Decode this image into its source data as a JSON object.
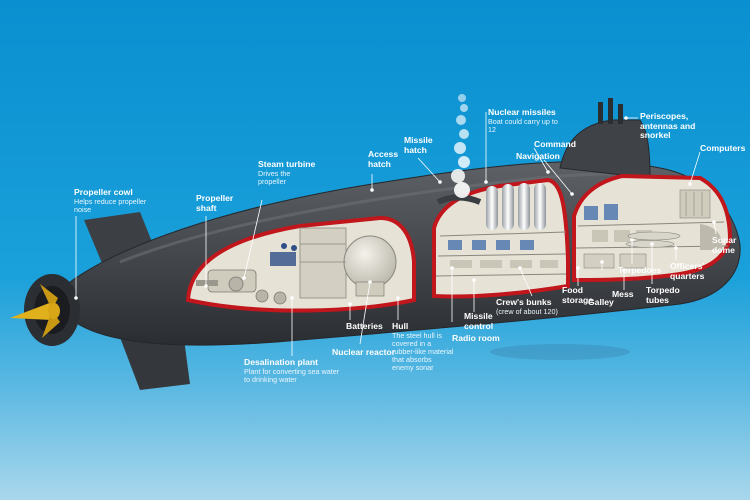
{
  "labels": {
    "propeller_cowl": {
      "title": "Propeller cowl",
      "desc": "Helps reduce propeller noise"
    },
    "propeller_shaft": {
      "title": "Propeller shaft"
    },
    "steam_turbine": {
      "title": "Steam turbine",
      "desc": "Drives the propeller"
    },
    "access_hatch": {
      "title": "Access hatch"
    },
    "missile_hatch": {
      "title": "Missile hatch"
    },
    "nuclear_missiles": {
      "title": "Nuclear missiles",
      "desc": "Boat could carry up to 12"
    },
    "command": {
      "title": "Command"
    },
    "navigation": {
      "title": "Navigation"
    },
    "periscopes": {
      "title": "Periscopes, antennas and snorkel"
    },
    "computers": {
      "title": "Computers"
    },
    "sonar_dome": {
      "title": "Sonar dome"
    },
    "officers_quarters": {
      "title": "Officers' quarters"
    },
    "torpedo_tubes": {
      "title": "Torpedo tubes"
    },
    "torpedoes": {
      "title": "Torpedoes"
    },
    "mess": {
      "title": "Mess"
    },
    "galley": {
      "title": "Galley"
    },
    "food_storage": {
      "title": "Food storage"
    },
    "crews_bunks": {
      "title": "Crew's bunks",
      "desc": "(crew of about 120)"
    },
    "missile_control": {
      "title": "Missile control"
    },
    "radio_room": {
      "title": "Radio room"
    },
    "hull": {
      "title": "Hull",
      "desc": "The steel hull is covered in a rubber-like material that absorbs enemy sonar"
    },
    "batteries": {
      "title": "Batteries"
    },
    "nuclear_reactor": {
      "title": "Nuclear reactor"
    },
    "desalination_plant": {
      "title": "Desalination plant",
      "desc": "Plant for converting sea water to drinking water"
    }
  },
  "colors": {
    "sea_top": "#0a8fd0",
    "sea_bottom": "#a9d7ec",
    "hull": "#474a4f",
    "hull_dark": "#2a2d31",
    "cutaway_frame": "#c0161c",
    "interior": "#e6e2d6",
    "propeller": "#d4a418"
  }
}
